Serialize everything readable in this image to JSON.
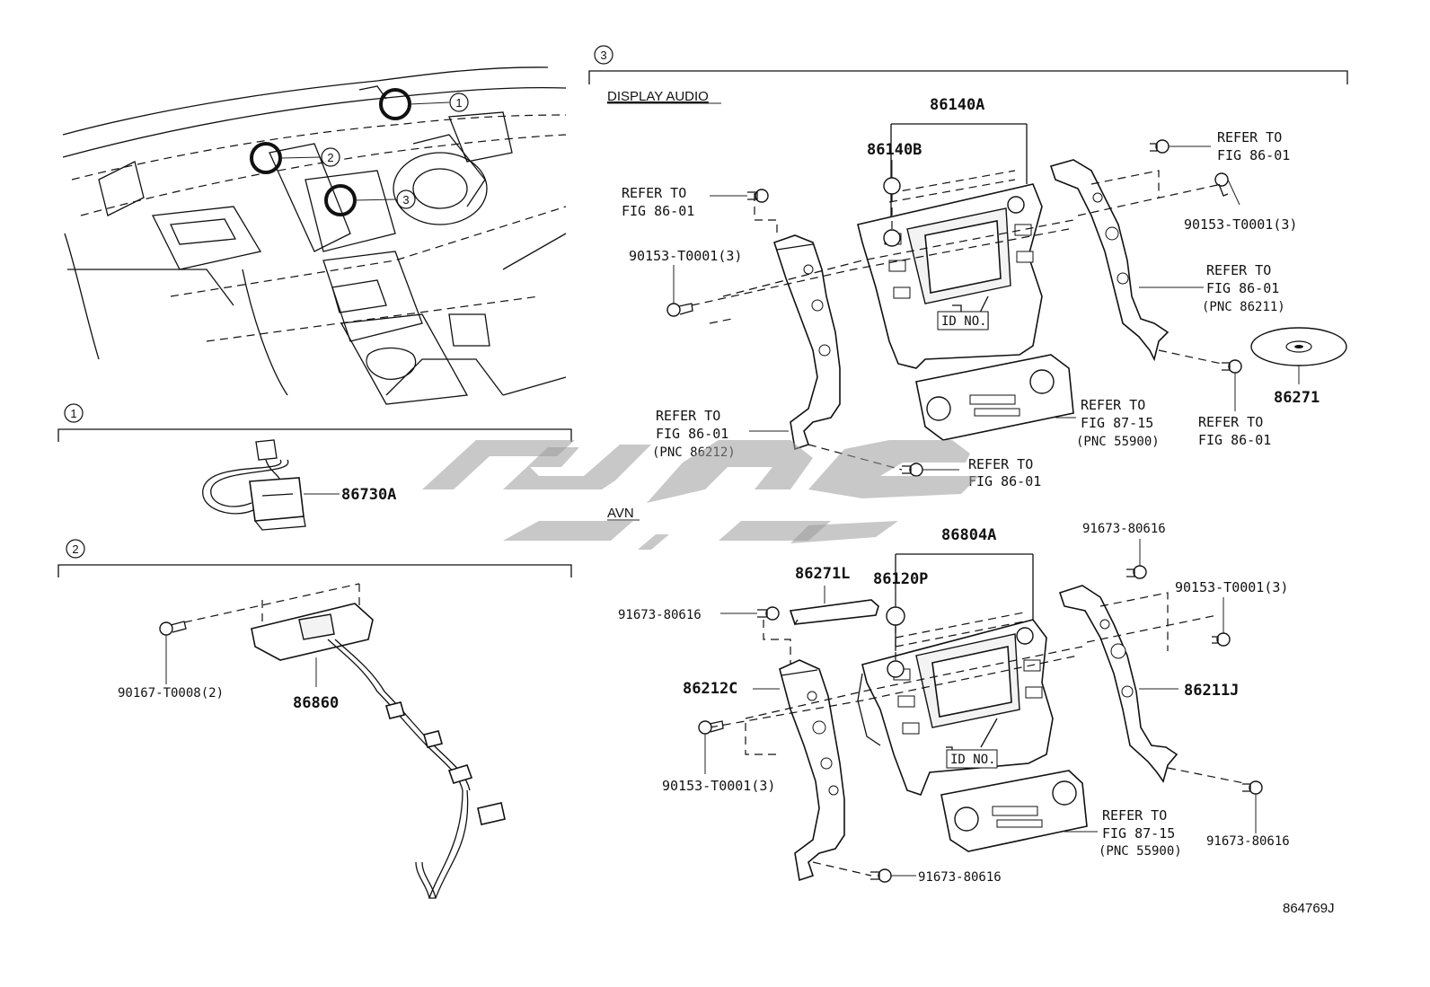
{
  "diagram": {
    "sections": {
      "s1": "1",
      "s2": "2",
      "s3": "3",
      "display_audio": "DISPLAY AUDIO",
      "avn": "AVN"
    },
    "overview_markers": [
      "1",
      "2",
      "3"
    ],
    "parts": {
      "p86730A": "86730A",
      "p86860": "86860",
      "p90167": "90167-T0008(2)",
      "p86140A": "86140A",
      "p86140B": "86140B",
      "p86271": "86271",
      "p86804A": "86804A",
      "p86271L": "86271L",
      "p86120P": "86120P",
      "p86212C": "86212C",
      "p86211J": "86211J",
      "bolt_90153_a": "90153-T0001(3)",
      "bolt_90153_b": "90153-T0001(3)",
      "bolt_90153_c": "90153-T0001(3)",
      "bolt_90153_d": "90153-T0001(3)",
      "bolt_91673_a": "91673-80616",
      "bolt_91673_b": "91673-80616",
      "bolt_91673_c": "91673-80616",
      "bolt_91673_d": "91673-80616"
    },
    "refs": {
      "r1_a": "REFER TO",
      "r1_b": "FIG 86-01",
      "r2_a": "REFER TO",
      "r2_b": "FIG 86-01",
      "r3_a": "REFER TO",
      "r3_b": "FIG 86-01",
      "r3_c": "(PNC 86211)",
      "r4_a": "REFER TO",
      "r4_b": "FIG 86-01",
      "r4_c": "(PNC 86212)",
      "r5_a": "REFER TO",
      "r5_b": "FIG 86-01",
      "r6_a": "REFER TO",
      "r6_b": "FIG 86-01",
      "r7_a": "REFER TO",
      "r7_b": "FIG 87-15",
      "r7_c": "(PNC 55900)",
      "r8_a": "REFER TO",
      "r8_b": "FIG 87-15",
      "r8_c": "(PNC 55900)"
    },
    "id_no_1": "ID NO.",
    "id_no_2": "ID NO.",
    "figure_code": "864769J"
  }
}
